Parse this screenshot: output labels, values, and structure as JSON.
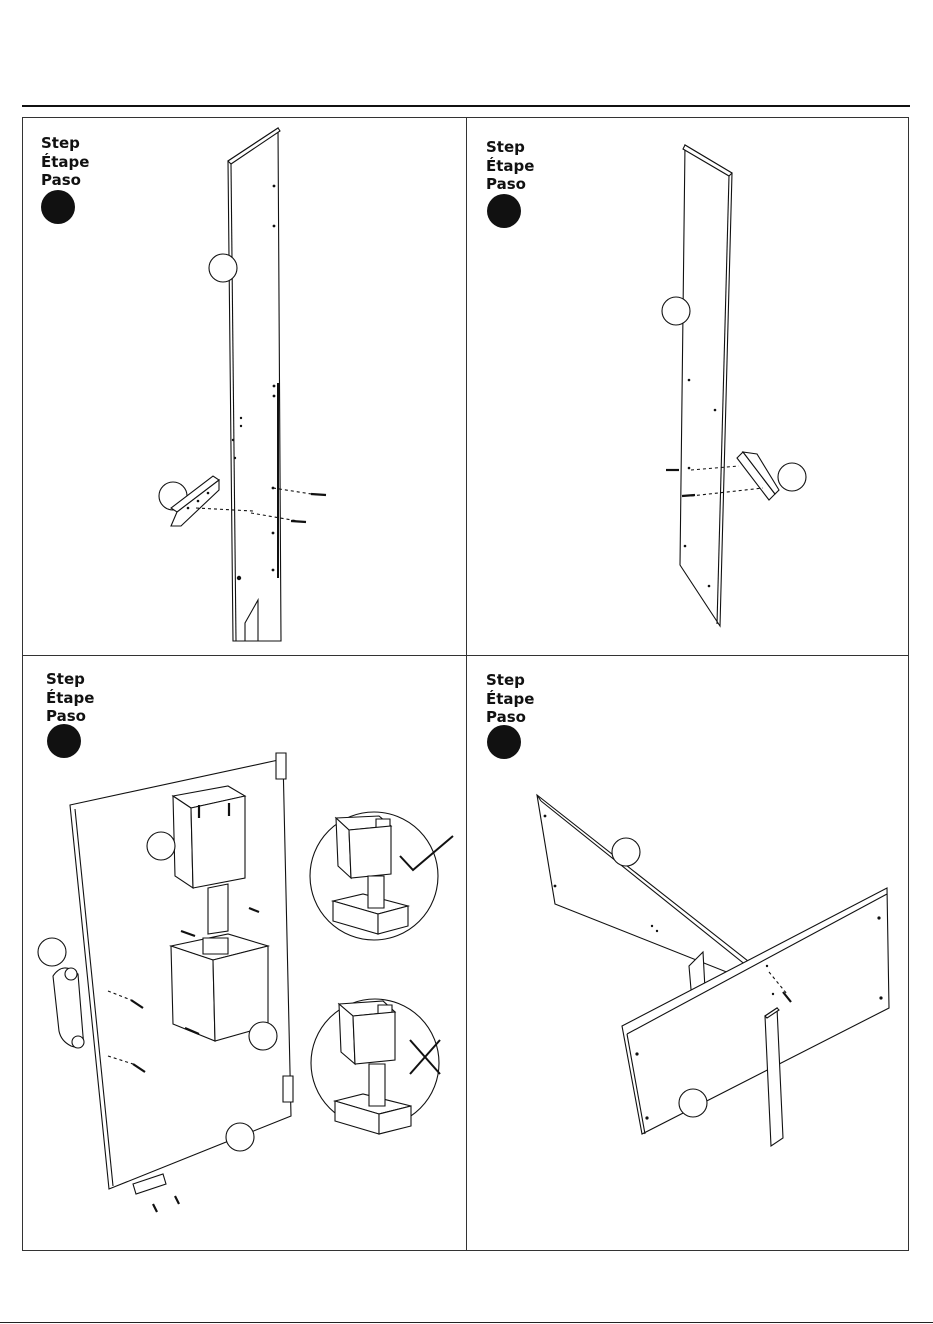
{
  "steps": [
    {
      "lines": [
        "Step",
        "Étape",
        "Paso"
      ]
    },
    {
      "lines": [
        "Step",
        "Étape",
        "Paso"
      ]
    },
    {
      "lines": [
        "Step",
        "Étape",
        "Paso"
      ]
    },
    {
      "lines": [
        "Step",
        "Étape",
        "Paso"
      ]
    }
  ],
  "callouts": {
    "correct_mark": "check-mark-icon",
    "incorrect_mark": "cross-mark-icon"
  },
  "colors": {
    "ink": "#111111",
    "paper": "#ffffff"
  }
}
